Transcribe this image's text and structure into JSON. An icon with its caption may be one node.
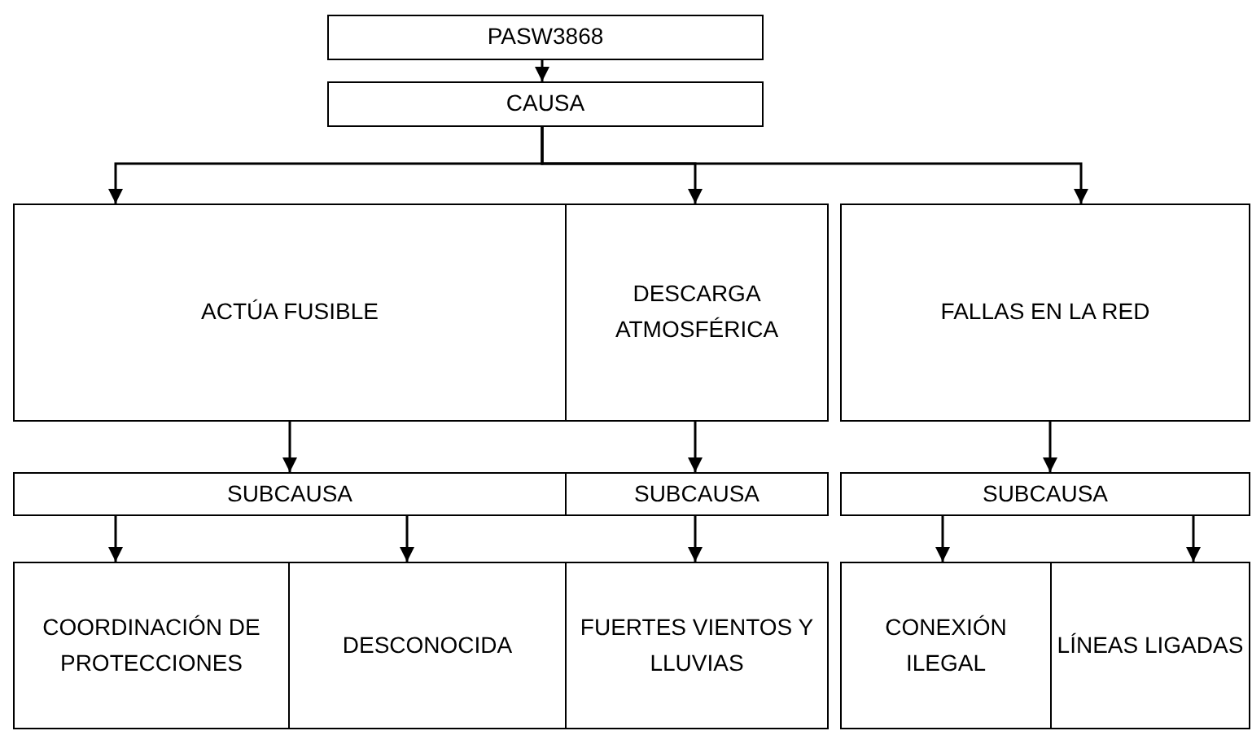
{
  "diagram": {
    "nodes": [
      {
        "text": [
          "PASW3868"
        ]
      },
      {
        "text": [
          "CAUSA"
        ]
      },
      {
        "text": [
          "ACTÚA FUSIBLE"
        ]
      },
      {
        "text": [
          "DESCARGA ATMOSFÉRICA"
        ]
      },
      {
        "text": [
          "FALLAS EN LA RED"
        ]
      },
      {
        "text": [
          "SUBCAUSA"
        ]
      },
      {
        "text": [
          "SUBCAUSA"
        ]
      },
      {
        "text": [
          "SUBCAUSA"
        ]
      },
      {
        "text": [
          "COORDINACIÓN DE PROTECCIONES"
        ]
      },
      {
        "text": [
          "DESCONOCIDA"
        ]
      },
      {
        "text": [
          "FUERTES VIENTOS Y LLUVIAS"
        ]
      },
      {
        "text": [
          "CONEXIÓN ILEGAL"
        ]
      },
      {
        "text": [
          "LÍNEAS LIGADAS"
        ]
      }
    ],
    "edges": [
      {
        "from": 0,
        "to": 1,
        "arrow": "to"
      },
      {
        "from": 1,
        "to": 2,
        "arrow": "to"
      },
      {
        "from": 1,
        "to": 3,
        "arrow": "to"
      },
      {
        "from": 1,
        "to": 4,
        "arrow": "to"
      },
      {
        "from": 2,
        "to": 5,
        "arrow": "to"
      },
      {
        "from": 3,
        "to": 6,
        "arrow": "to"
      },
      {
        "from": 4,
        "to": 7,
        "arrow": "to"
      },
      {
        "from": 5,
        "to": 8,
        "arrow": "to"
      },
      {
        "from": 5,
        "to": 9,
        "arrow": "to"
      },
      {
        "from": 6,
        "to": 10,
        "arrow": "to"
      },
      {
        "from": 7,
        "to": 11,
        "arrow": "to"
      },
      {
        "from": 7,
        "to": 12,
        "arrow": "to"
      }
    ]
  }
}
